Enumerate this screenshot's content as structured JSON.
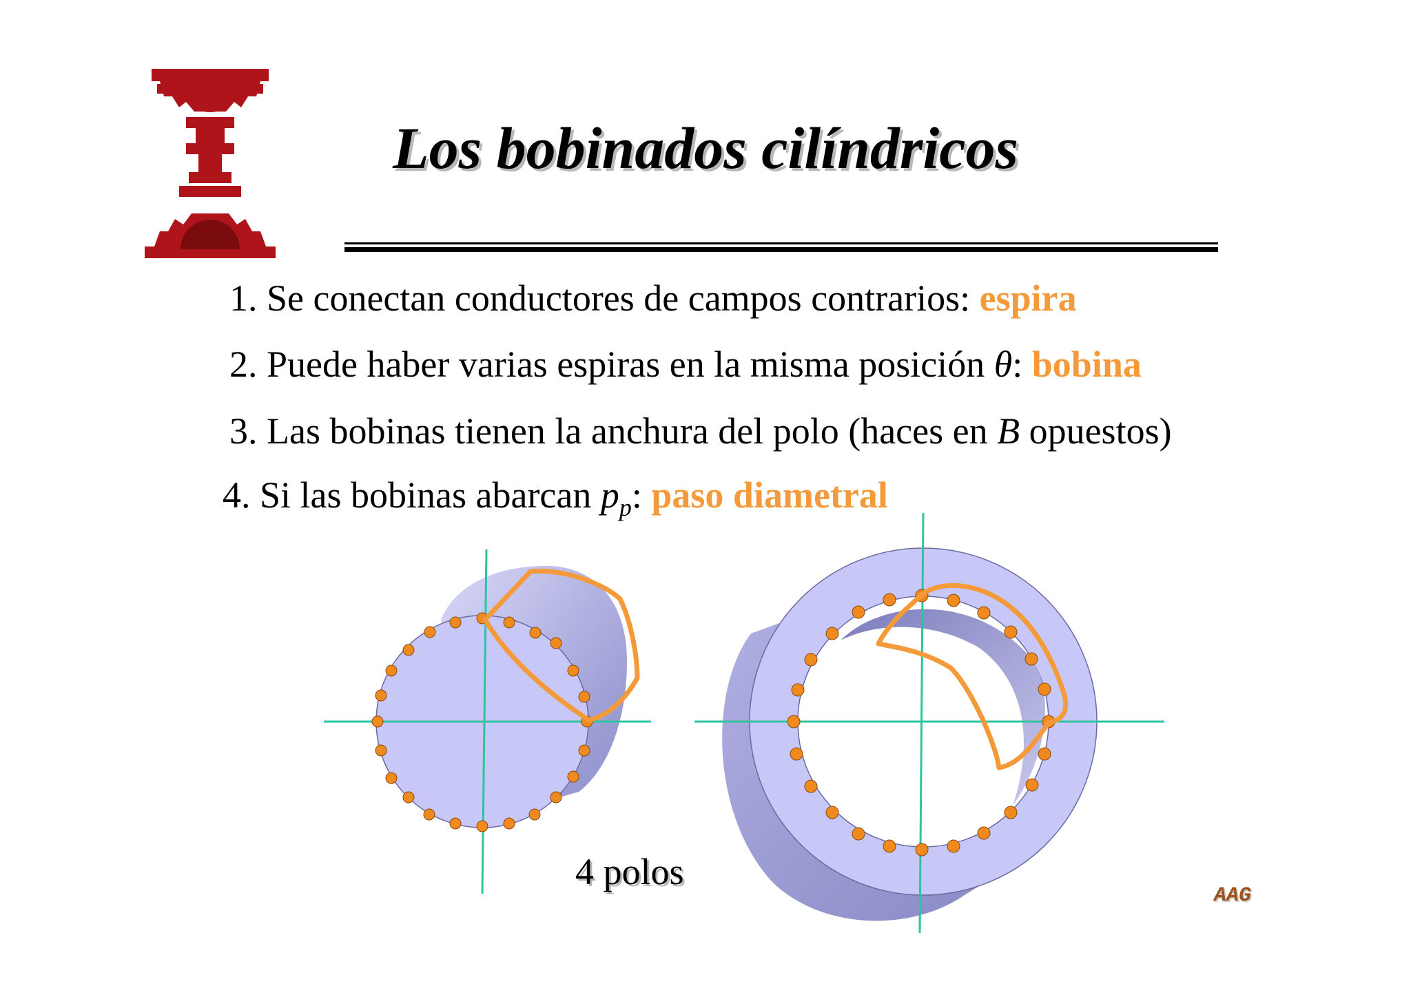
{
  "slide": {
    "title": "Los bobinados cilíndricos",
    "items": [
      {
        "number": "1.",
        "text": "Se conectan conductores de campos contrarios:",
        "highlight": "espira"
      },
      {
        "number": "2.",
        "text": "Puede haber varias espiras en la misma posición",
        "symbol": "θ",
        "sep": ":",
        "highlight": "bobina"
      },
      {
        "number": "3.",
        "text_before": "Las bobinas tienen la anchura del polo (haces en",
        "symbol": "B",
        "text_after": "opuestos)"
      },
      {
        "number": "4.",
        "text": "Si las bobinas abarcan",
        "symbol": "p",
        "subscript": "p",
        "sep": ":",
        "highlight": "paso diametral"
      }
    ],
    "caption": "4 polos",
    "signature": "AAG"
  },
  "colors": {
    "highlight": "#f59a3a",
    "logo": "#b0141b",
    "cylinder_face": "#c8c8f8",
    "cylinder_side": "#9a9ad4",
    "conductor": "#f08a1e",
    "coil": "#f59a3a",
    "axis": "#2ec4a0"
  },
  "icons": {
    "logo": "gear-emblem-icon"
  }
}
